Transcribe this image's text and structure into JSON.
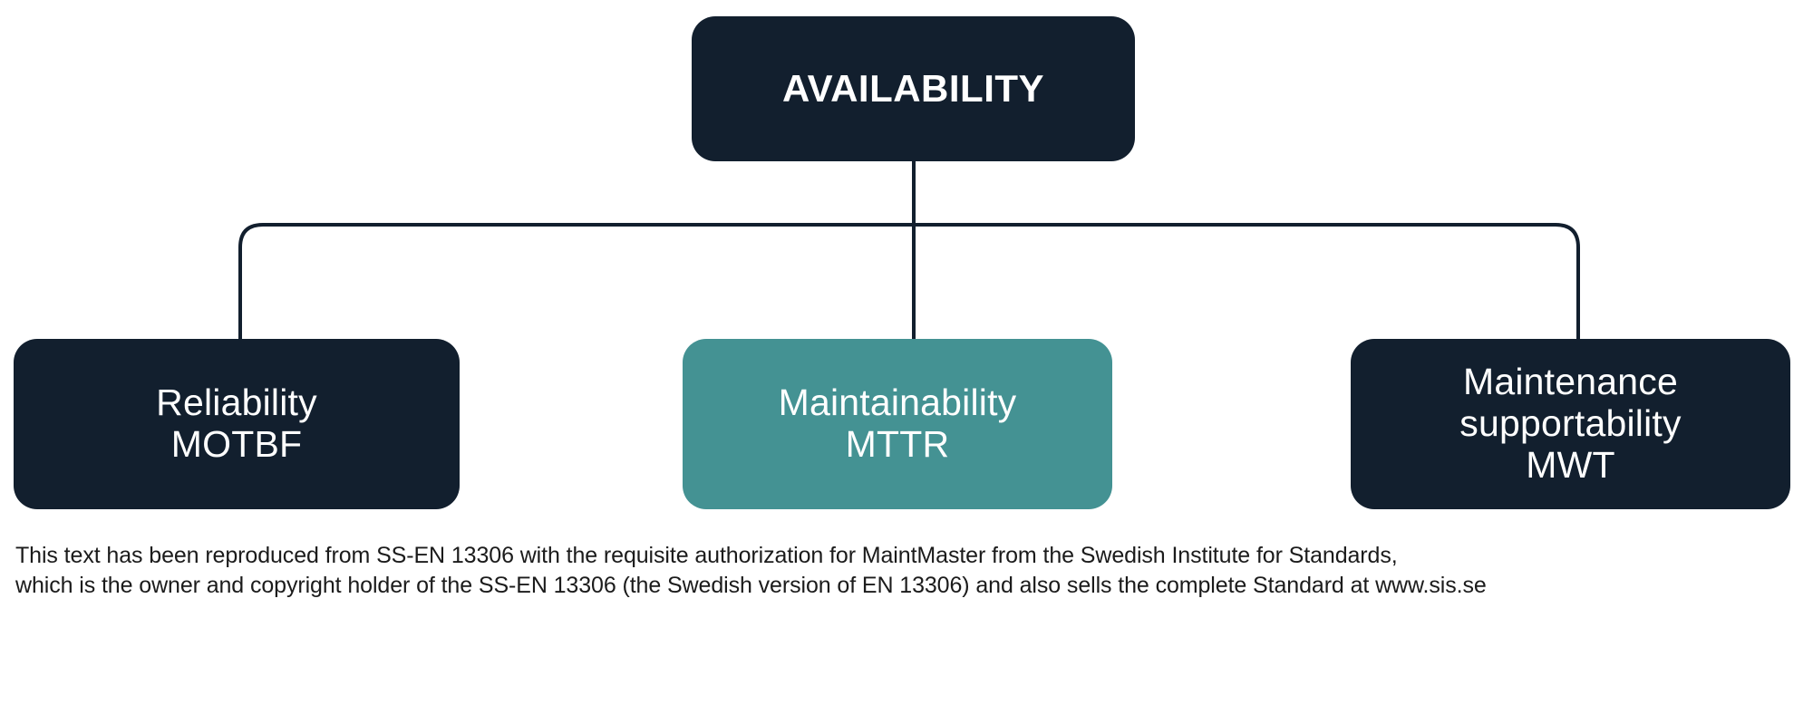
{
  "diagram": {
    "type": "hierarchy-tree",
    "root": {
      "id": "availability",
      "label": "AVAILABILITY",
      "color": "#121f2e",
      "text_color": "#ffffff"
    },
    "children": [
      {
        "id": "reliability",
        "line1": "Reliability",
        "line2": "MOTBF",
        "color": "#121f2e",
        "text_color": "#ffffff"
      },
      {
        "id": "maintainability",
        "line1": "Maintainability",
        "line2": "MTTR",
        "color": "#449293",
        "text_color": "#ffffff"
      },
      {
        "id": "maintenance-supportability",
        "line1": "Maintenance",
        "line2": "supportability",
        "line3": "MWT",
        "color": "#121f2e",
        "text_color": "#ffffff"
      }
    ],
    "connector_color": "#121f2e"
  },
  "footnote": {
    "line1": "This text has been reproduced from SS-EN 13306 with the requisite authorization for MaintMaster from the Swedish Institute for Standards,",
    "line2": "which is the owner and copyright holder of the SS-EN 13306 (the Swedish version of EN 13306) and also sells the complete Standard at www.sis.se"
  }
}
